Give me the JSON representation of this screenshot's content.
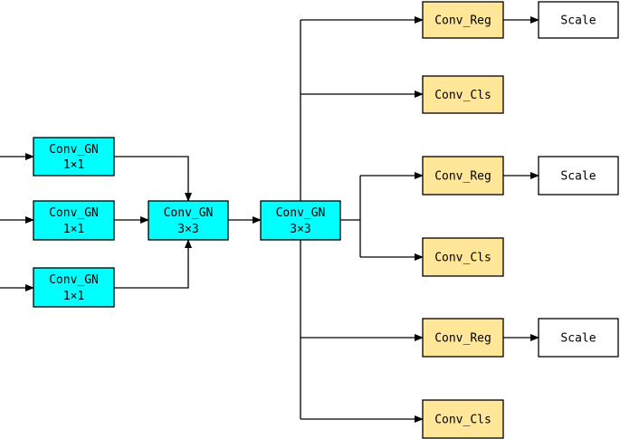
{
  "colors": {
    "conv_gn_fill": "#00ffff",
    "head_fill": "#ffe699",
    "scale_fill": "#ffffff",
    "stroke": "#000000"
  },
  "blocks": {
    "gn1": {
      "line1": "Conv_GN",
      "line2": "1×1"
    },
    "gn2": {
      "line1": "Conv_GN",
      "line2": "1×1"
    },
    "gn3": {
      "line1": "Conv_GN",
      "line2": "1×1"
    },
    "gn4": {
      "line1": "Conv_GN",
      "line2": "3×3"
    },
    "gn5": {
      "line1": "Conv_GN",
      "line2": "3×3"
    },
    "reg1": {
      "label": "Conv_Reg"
    },
    "cls1": {
      "label": "Conv_Cls"
    },
    "reg2": {
      "label": "Conv_Reg"
    },
    "cls2": {
      "label": "Conv_Cls"
    },
    "reg3": {
      "label": "Conv_Reg"
    },
    "cls3": {
      "label": "Conv_Cls"
    },
    "scale1": {
      "label": "Scale"
    },
    "scale2": {
      "label": "Scale"
    },
    "scale3": {
      "label": "Scale"
    }
  }
}
